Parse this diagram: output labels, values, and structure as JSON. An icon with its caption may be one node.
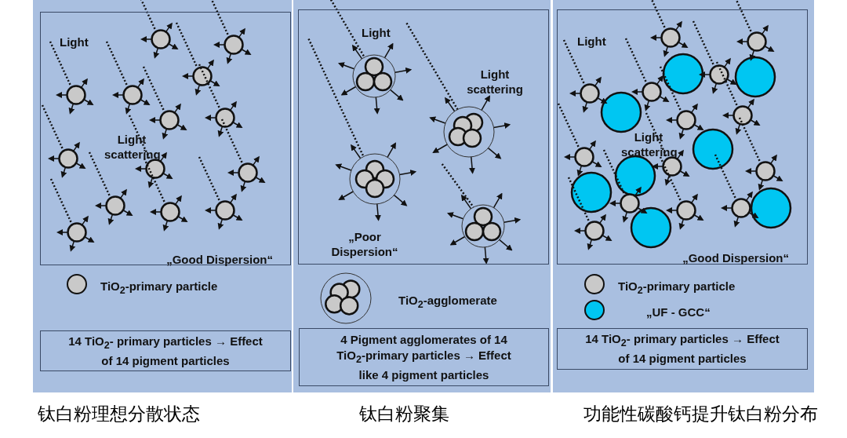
{
  "diagram": {
    "nodes": [
      {
        "text": [
          "Light",
          "Light scattering",
          "„Good Dispersion“"
        ]
      },
      {
        "text": [
          "Light",
          "Light scattering",
          "„Poor Dispersion“"
        ]
      },
      {
        "text": [
          "Light",
          "Light scattering",
          "„Good Dispersion“"
        ]
      },
      {
        "text": [
          "14 TiO$_{2}$- primary particles → Effect of 14 pigment particles"
        ]
      },
      {
        "text": [
          "4 Pigment agglomerates of 14 TiO$_{2}$-primary particles → Effect like 4 pigment particles"
        ]
      },
      {
        "text": [
          "14 TiO$_{2}$- primary particles → Effect of 14 pigment particles"
        ]
      }
    ],
    "labels": [
      "钛白粉理想分散状态",
      "钛白粉聚集",
      "功能性碳酸钙提升钛白粉分布"
    ],
    "legend": [
      {
        "text": "TiO$_{2}$-primary particle",
        "color": "#c9c9c9"
      },
      {
        "text": "TiO$_{2}$-agglomerate"
      },
      {
        "text": "TiO$_{2}$-primary particle",
        "color": "#c9c9c9"
      },
      {
        "text": "„UF - GCC“",
        "color": "#00c6f2"
      }
    ]
  }
}
